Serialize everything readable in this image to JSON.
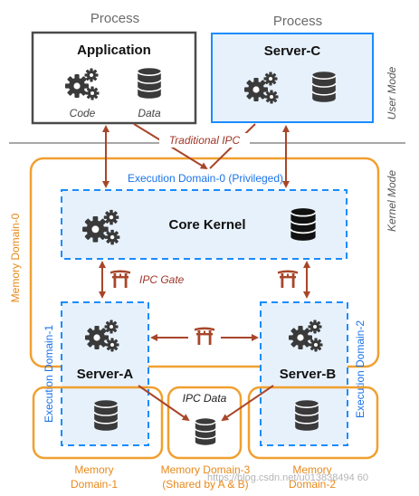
{
  "labels": {
    "process_left": "Process",
    "process_right": "Process",
    "application_title": "Application",
    "code_label": "Code",
    "data_label": "Data",
    "server_c_title": "Server-C",
    "user_mode": "User Mode",
    "kernel_mode": "Kernel Mode",
    "traditional_ipc": "Traditional IPC",
    "execution_domain_0": "Execution Domain-0 (Privileged)",
    "memory_domain_0": "Memory Domain-0",
    "core_kernel": "Core Kernel",
    "ipc_gate": "IPC Gate",
    "execution_domain_1": "Execution Domain-1",
    "execution_domain_2": "Execution Domain-2",
    "server_a_title": "Server-A",
    "server_b_title": "Server-B",
    "ipc_data": "IPC Data",
    "memory_domain_1_line1": "Memory",
    "memory_domain_1_line2": "Domain-1",
    "memory_domain_3_line1": "Memory Domain-3",
    "memory_domain_3_line2": "(Shared by A & B)",
    "memory_domain_2_line1": "Memory",
    "memory_domain_2_line2": "Domain-2",
    "watermark": "https://blog.csdn.net/u013838494 60"
  },
  "icons": {
    "gear": "gears-icon",
    "database": "database-icon",
    "gate": "torii-gate-icon"
  },
  "colors": {
    "orange": "#f0a030",
    "blue": "#1a8cff",
    "light_blue_fill": "#e7f1fb",
    "arrow": "#a8462a",
    "dark_gray": "#3a3a3a"
  }
}
